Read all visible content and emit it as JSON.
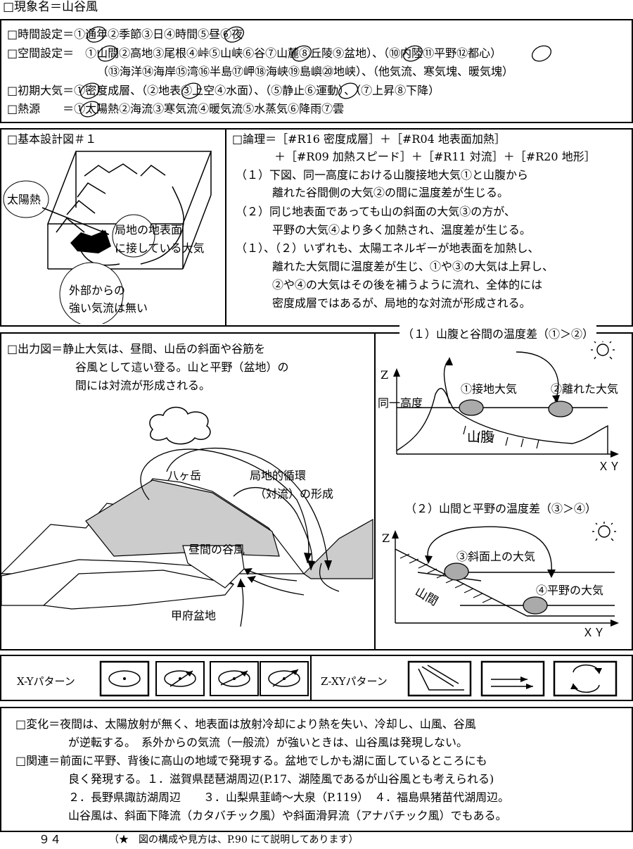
{
  "header": {
    "title": "□現象名＝山谷風"
  },
  "settings": {
    "time": "□時間設定＝①通年②季節③日④時間⑤昼⑥夜",
    "space1": "□空間設定＝　①山間②高地③尾根④峠⑤山峡⑥谷⑦山麓⑧丘陵⑨盆地）、（⑩内陸⑪平野⑫都心）",
    "space2": "（⑬海洋⑭海岸⑮湾⑯半島⑰岬⑱海峡⑲島嶼⑳地峡）、（他気流、寒気塊、暖気塊）",
    "initial": "□初期大気＝①密度成層、（②地表③上空④水面）、（⑤静止⑥運動）、（⑦上昇⑧下降）",
    "heat": "□熱源　　＝①太陽熱②海流③寒気流④暖気流⑤水蒸気⑥降雨⑦雲"
  },
  "design": {
    "title": "□基本設計図＃１",
    "label_sun": "太陽熱",
    "label_surface_1": "局地の地表面",
    "label_surface_2": "に接している大気",
    "label_outside_1": "外部からの",
    "label_outside_2": "強い気流は無い"
  },
  "logic": {
    "line1": "□論理＝［#R16 密度成層］＋［#R04 地表面加熱］",
    "line2": "＋［#R09 加熱スピード］＋［#R11 対流］＋［#R20 地形］",
    "p1a": "（１）下図、同一高度における山腹接地大気①と山腹から",
    "p1b": "離れた谷間側の大気②の間に温度差が生じる。",
    "p2a": "（２）同じ地表面であっても山の斜面の大気③の方が、",
    "p2b": "平野の大気④より多く加熱され、温度差が生じる。",
    "p3a": "（１）、（２）いずれも、太陽エネルギーが地表面を加熱し、",
    "p3b": "離れた大気間に温度差が生じ、①や③の大気は上昇し、",
    "p3c": "②や④の大気はその後を補うように流れ、全体的には",
    "p3d": "密度成層ではあるが、局地的な対流が形成される。"
  },
  "output": {
    "line1": "□出力図＝静止大気は、昼間、山岳の斜面や谷筋を",
    "line2": "谷風として這い登る。山と平野（盆地）の",
    "line3": "間には対流が形成される。",
    "label_yatsugatake": "八ヶ岳",
    "label_circ1": "局地的循環",
    "label_circ2": "（対流）の形成",
    "label_valley_wind": "昼間の谷風",
    "label_kofu": "甲府盆地"
  },
  "fig1": {
    "title": "（１）山腹と谷間の温度差（①＞②）",
    "z": "Z",
    "same_height": "同一高度",
    "air1": "①接地大気",
    "air2": "②離れた大気",
    "slope": "山腹",
    "xy": "ＸＹ"
  },
  "fig2": {
    "title": "（２）山間と平野の温度差（③＞④）",
    "z": "Z",
    "air3": "③斜面上の大気",
    "air4": "④平野の大気",
    "mountain": "山間",
    "xy": "ＸＹ"
  },
  "patterns": {
    "xy_label": "X-Yパターン",
    "zxy_label": "Z-XYパターン"
  },
  "change": {
    "l1": "□変化＝夜間は、太陽放射が無く、地表面は放射冷却により熱を失い、冷却し、山風、谷風",
    "l2": "が逆転する。　系外からの気流（一般流）が強いときは、山谷風は発現しない。",
    "l3": "□関連＝前面に平野、背後に高山の地域で発現する。盆地でしかも湖に面しているところにも",
    "l4": "良く発現する。１．滋賀県琵琶湖周辺(P.17、湖陸風であるが山谷風とも考えられる)",
    "l5": "２．長野県諏訪湖周辺　　３．山梨県韮崎～大泉（P.119）　４．福島県猪苗代湖周辺。",
    "l6": "山谷風は、斜面下降流（カタバチック風）や斜面滑昇流（アナバチック風）でもある。"
  },
  "footer": {
    "page": "９４",
    "note": "（★　図の構成や見方は、P.90 にて説明してあります）"
  }
}
